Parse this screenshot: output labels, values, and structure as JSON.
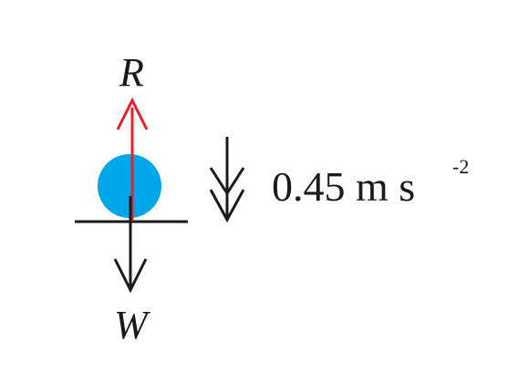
{
  "diagram": {
    "forces": {
      "reaction_label": "R",
      "weight_label": "W"
    },
    "acceleration": {
      "value_text": "0.45 m s",
      "exponent_text": "-2",
      "direction": "down"
    },
    "colors": {
      "ball": "#00a7e8",
      "reaction_arrow": "#e8202a",
      "weight_arrow": "#1a1a1a",
      "surface": "#1a1a1a",
      "acceleration_arrow": "#1a1a1a"
    }
  }
}
